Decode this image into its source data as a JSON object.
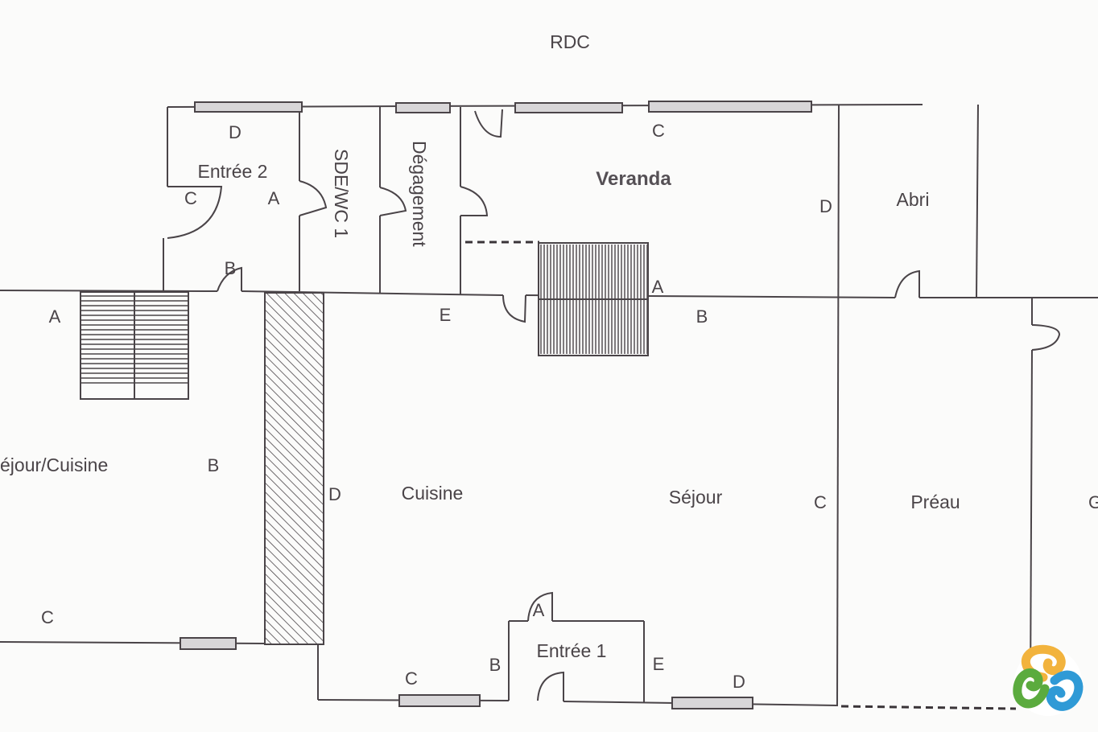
{
  "plan": {
    "level_title": "RDC",
    "rooms": {
      "entree2": "Entrée 2",
      "sdewc1": "SDE/WC 1",
      "degagement": "Dégagement",
      "veranda": "Veranda",
      "abri": "Abri",
      "sejour_cuisine": "éjour/Cuisine",
      "cuisine": "Cuisine",
      "sejour": "Séjour",
      "preau": "Préau",
      "entree1": "Entrée 1"
    },
    "wall_marks": {
      "entree2_top": "D",
      "entree2_left": "C",
      "entree2_right": "A",
      "entree2_bottom": "B",
      "veranda_top": "C",
      "veranda_right": "D",
      "stair_right": "A",
      "veranda_bottom": "B",
      "degagement_bottom": "E",
      "left_a": "A",
      "left_b": "B",
      "left_c": "C",
      "cuisine_left": "D",
      "preau_left": "C",
      "entree1_top": "A",
      "entree1_left": "B",
      "entree1_right": "E",
      "cuisine_bottom": "C",
      "sejour_bottom": "D",
      "edge_right": "G"
    },
    "logo": {
      "name": "triskelion-logo",
      "colors": [
        "#f2b33d",
        "#2f9ad6",
        "#5bab3e"
      ]
    }
  }
}
